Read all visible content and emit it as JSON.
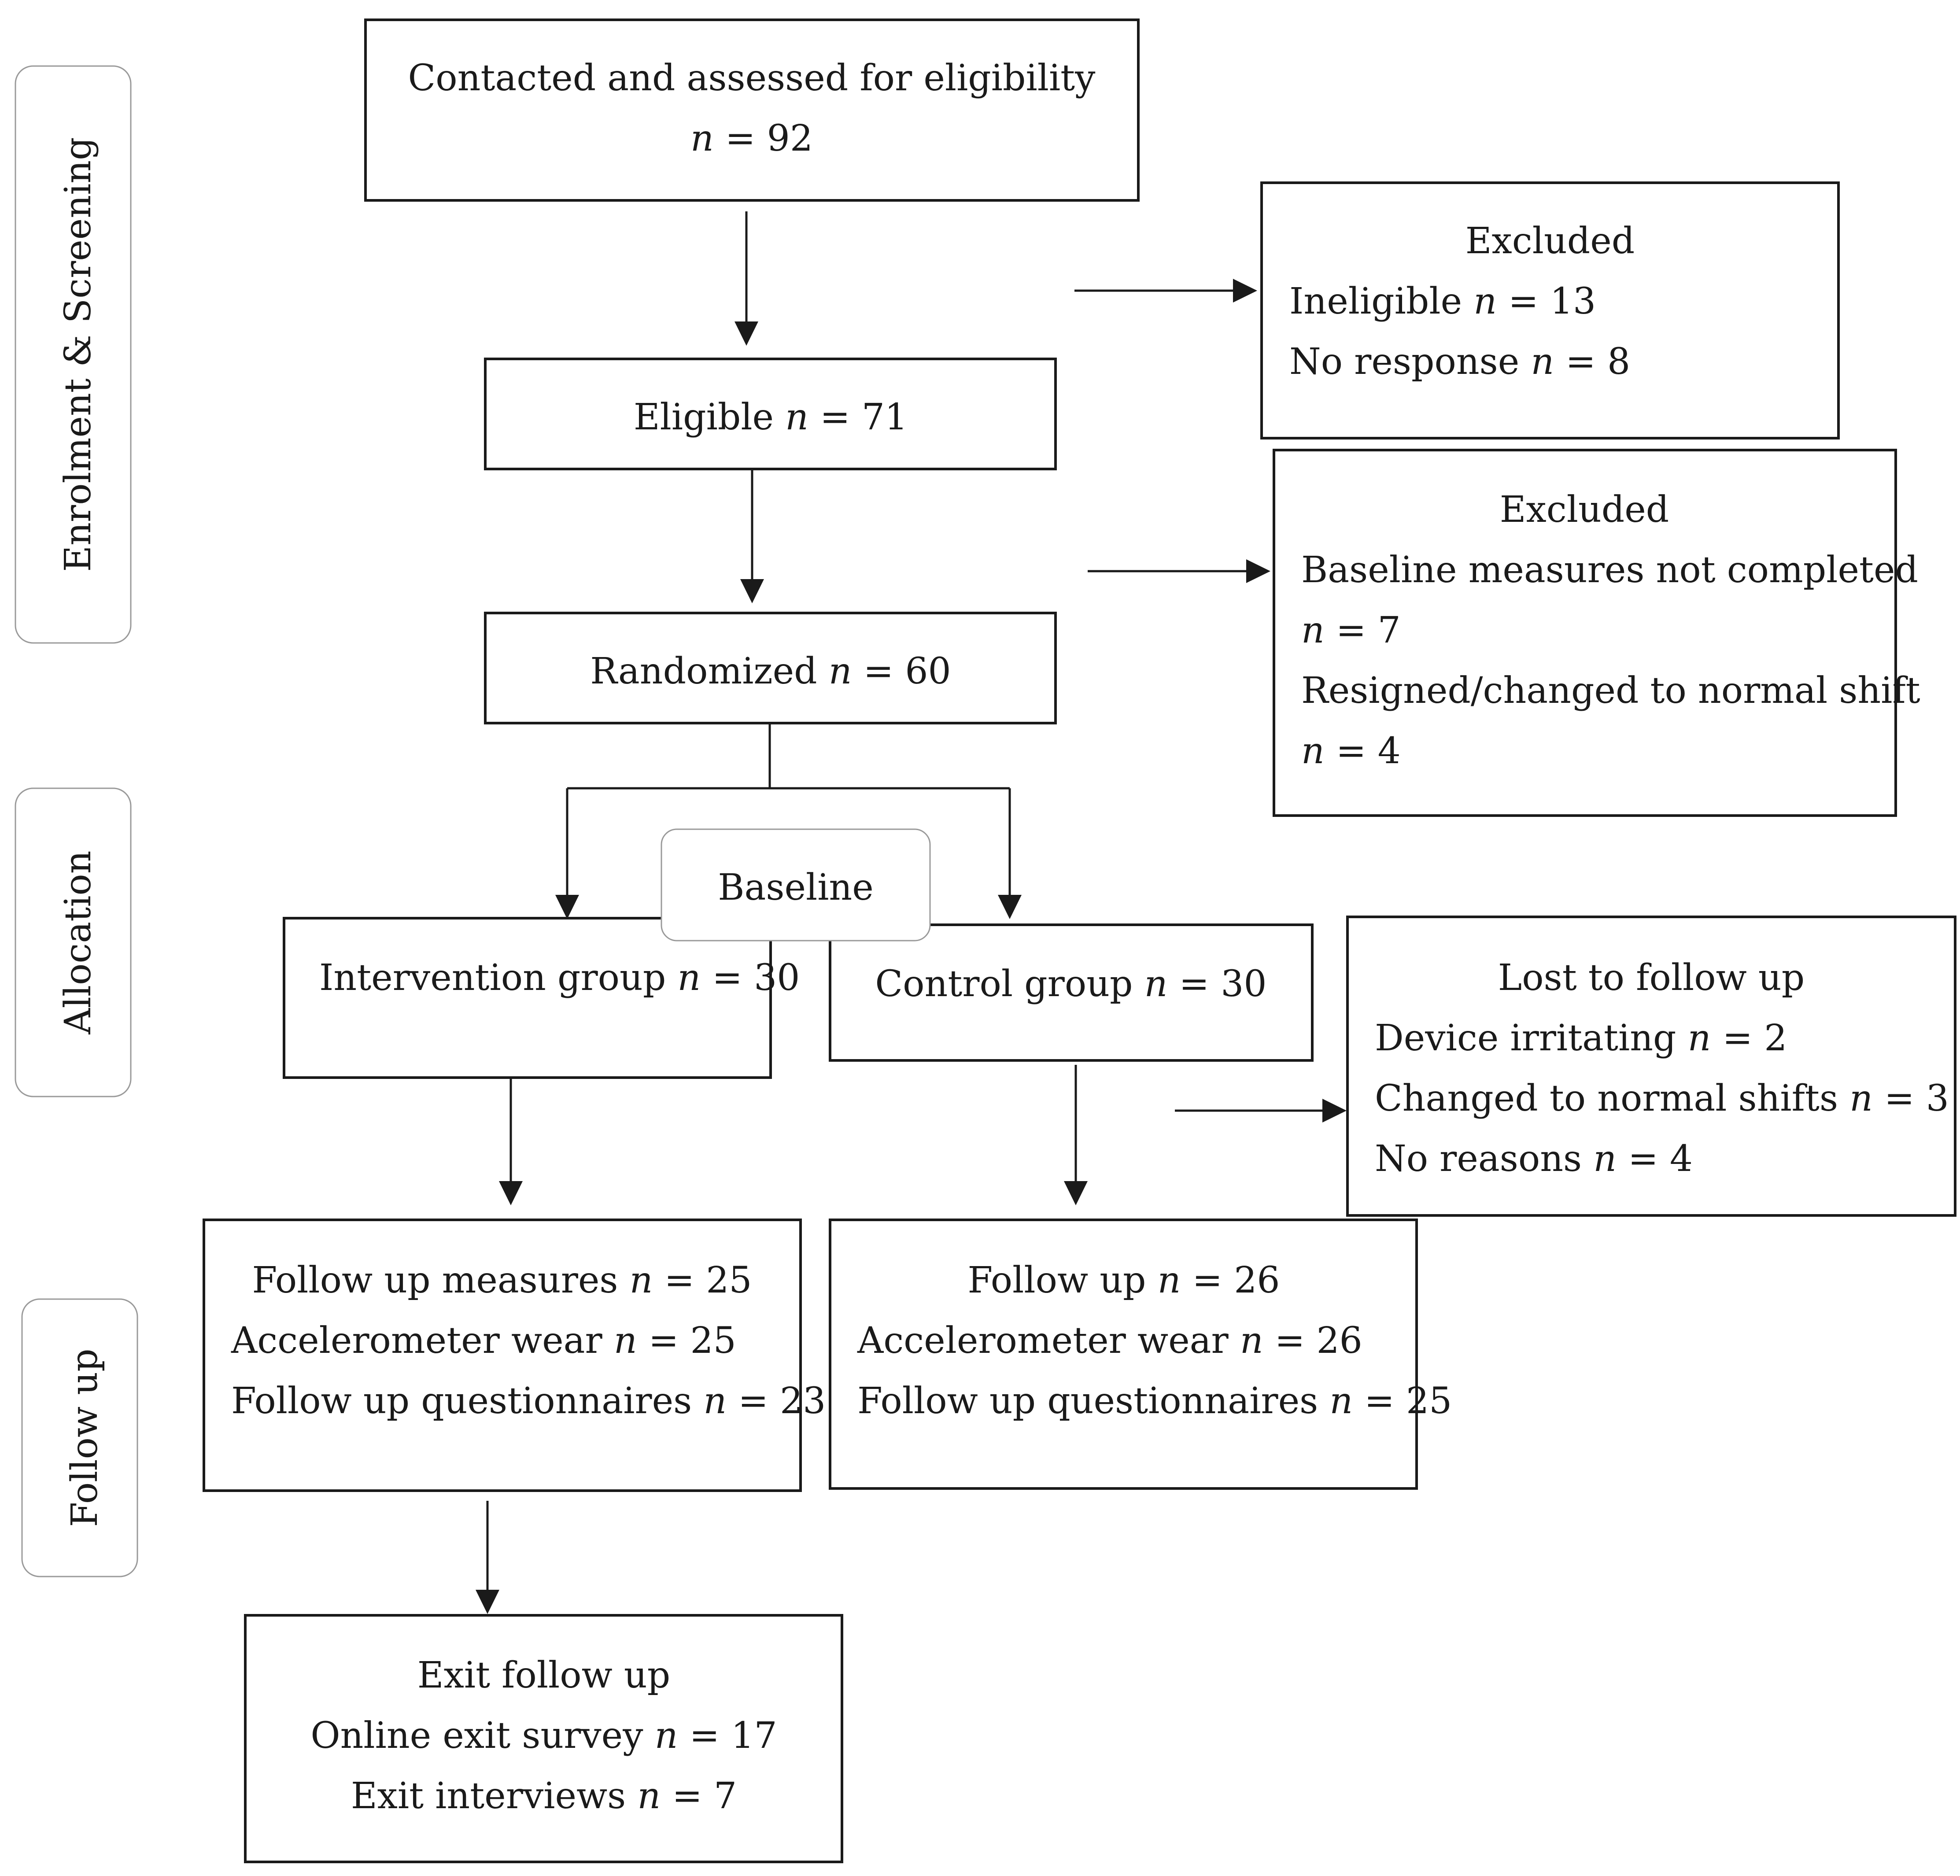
{
  "phases": {
    "enrolment": "Enrolment & Screening",
    "allocation": "Allocation",
    "follow_up": "Follow up"
  },
  "boxes": {
    "contacted": {
      "label": "Contacted and assessed for eligibility",
      "n": "92"
    },
    "eligible": {
      "label": "Eligible",
      "n": "71"
    },
    "excluded_1": {
      "title": "Excluded",
      "lines": [
        {
          "label": "Ineligible",
          "n": "13"
        },
        {
          "label": "No response",
          "n": "8"
        }
      ]
    },
    "randomized": {
      "label": "Randomized",
      "n": "60"
    },
    "excluded_2": {
      "title": "Excluded",
      "lines": [
        {
          "label": "Baseline measures not completed",
          "n": "7"
        },
        {
          "label": "Resigned/changed to normal shift",
          "n": "4"
        }
      ]
    },
    "baseline": {
      "label": "Baseline"
    },
    "intervention": {
      "label": "Intervention group",
      "n": "30"
    },
    "control": {
      "label": "Control group",
      "n": "30"
    },
    "lost": {
      "title": "Lost to follow up",
      "lines": [
        {
          "label": "Device irritating",
          "n": "2"
        },
        {
          "label": "Changed to normal shifts",
          "n": "3"
        },
        {
          "label": "No reasons",
          "n": "4"
        }
      ]
    },
    "intervention_fu": {
      "lines": [
        {
          "label": "Follow up measures",
          "n": "25"
        },
        {
          "label": "Accelerometer wear",
          "n": "25"
        },
        {
          "label": "Follow up questionnaires",
          "n": "23"
        }
      ]
    },
    "control_fu": {
      "lines": [
        {
          "label": "Follow up",
          "n": "26"
        },
        {
          "label": "Accelerometer wear",
          "n": "26"
        },
        {
          "label": "Follow up questionnaires",
          "n": "25"
        }
      ]
    },
    "exit": {
      "title": "Exit follow up",
      "lines": [
        {
          "label": "Online exit survey",
          "n": "17"
        },
        {
          "label": "Exit interviews",
          "n": "7"
        }
      ]
    }
  },
  "n_symbol": "n",
  "equals": " = "
}
